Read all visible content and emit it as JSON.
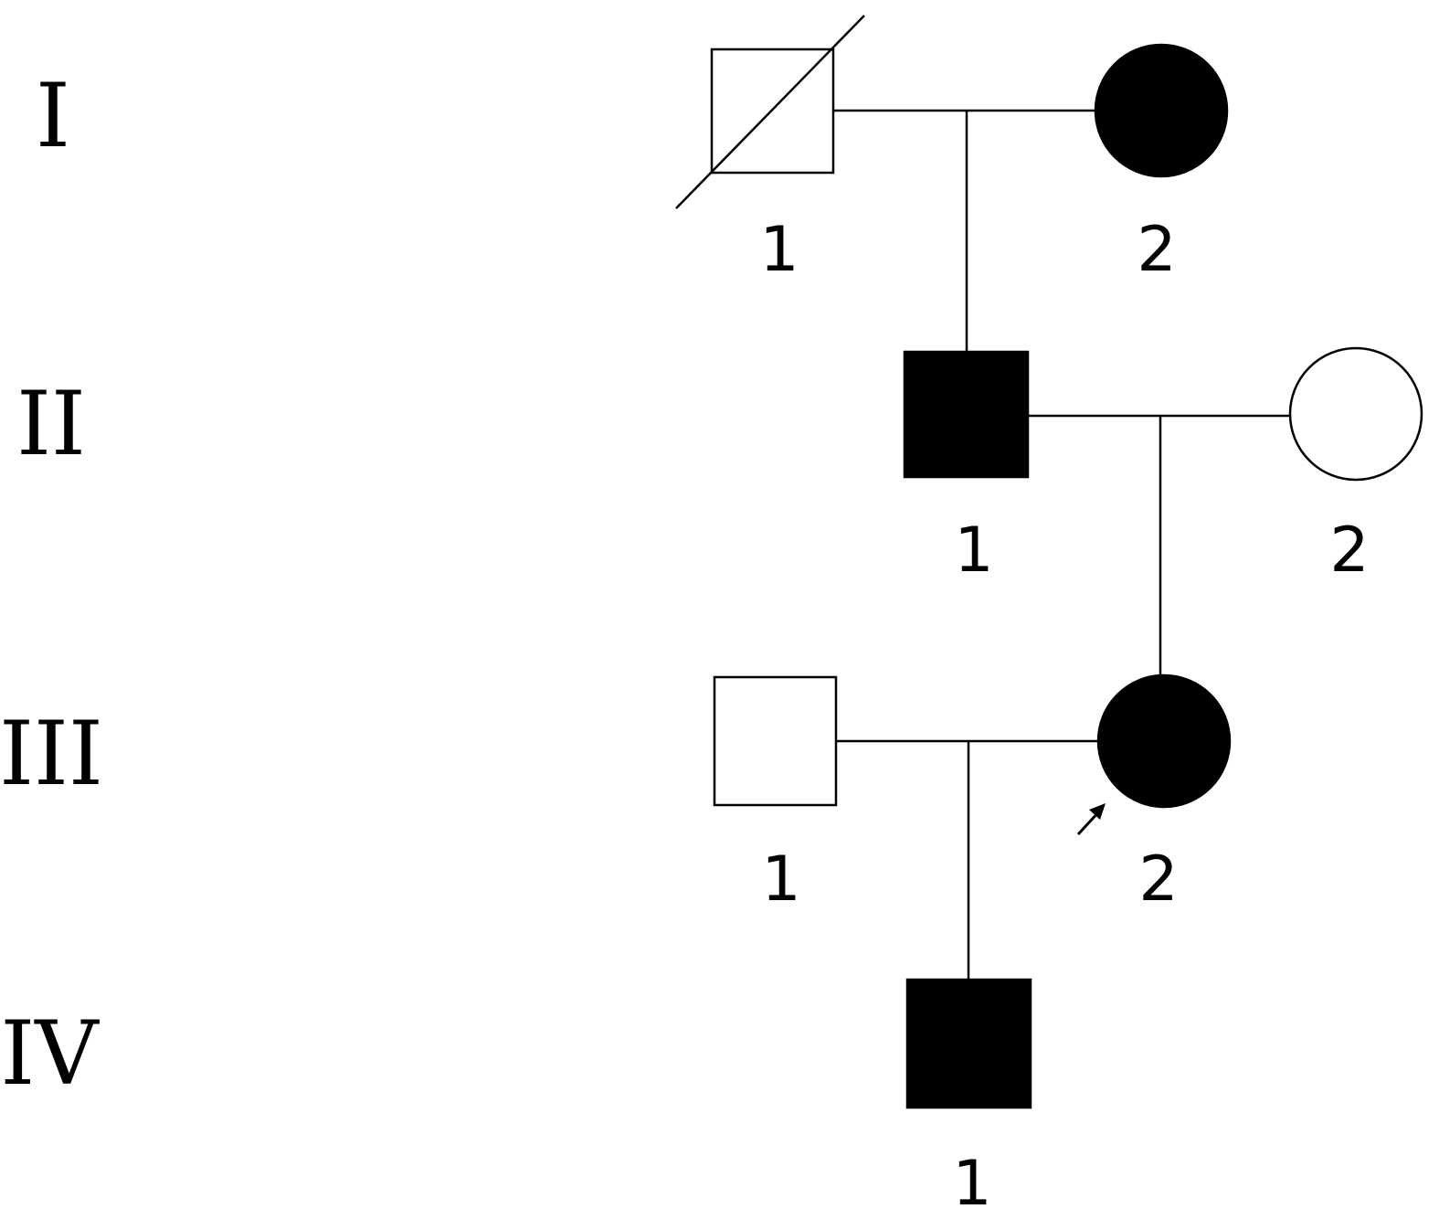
{
  "generations": [
    "I",
    "II",
    "III",
    "IV"
  ],
  "individuals": [
    {
      "id": "I-1",
      "label": "1",
      "sex": "male",
      "affected": false,
      "deceased": true,
      "proband": false
    },
    {
      "id": "I-2",
      "label": "2",
      "sex": "female",
      "affected": true,
      "deceased": false,
      "proband": false
    },
    {
      "id": "II-1",
      "label": "1",
      "sex": "male",
      "affected": true,
      "deceased": false,
      "proband": false
    },
    {
      "id": "II-2",
      "label": "2",
      "sex": "female",
      "affected": false,
      "deceased": false,
      "proband": false
    },
    {
      "id": "III-1",
      "label": "1",
      "sex": "male",
      "affected": false,
      "deceased": false,
      "proband": false
    },
    {
      "id": "III-2",
      "label": "2",
      "sex": "female",
      "affected": true,
      "deceased": false,
      "proband": true
    },
    {
      "id": "IV-1",
      "label": "1",
      "sex": "male",
      "affected": true,
      "deceased": false,
      "proband": false
    }
  ],
  "couples": [
    {
      "partners": [
        "I-1",
        "I-2"
      ],
      "children": [
        "II-1"
      ]
    },
    {
      "partners": [
        "II-1",
        "II-2"
      ],
      "children": [
        "III-2"
      ]
    },
    {
      "partners": [
        "III-1",
        "III-2"
      ],
      "children": [
        "IV-1"
      ]
    }
  ],
  "colors": {
    "affected": "#000000",
    "unaffected": "#ffffff",
    "line": "#000000"
  }
}
